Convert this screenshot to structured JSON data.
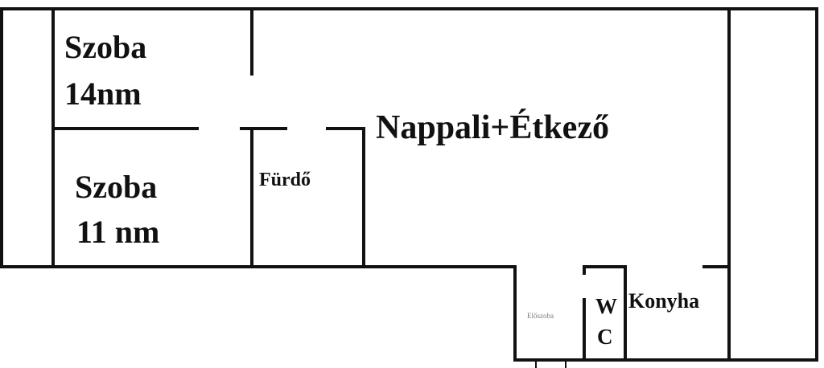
{
  "title": "Floor plan",
  "rooms": {
    "room1_name": "Szoba",
    "room1_area": "14nm",
    "room2_name": "Szoba",
    "room2_area": "11 nm",
    "bathroom": "Fürdő",
    "living_dining": "Nappali+Étkező",
    "hall": "Előszoba",
    "wc_w": "W",
    "wc_c": "C",
    "kitchen": "Konyha"
  }
}
